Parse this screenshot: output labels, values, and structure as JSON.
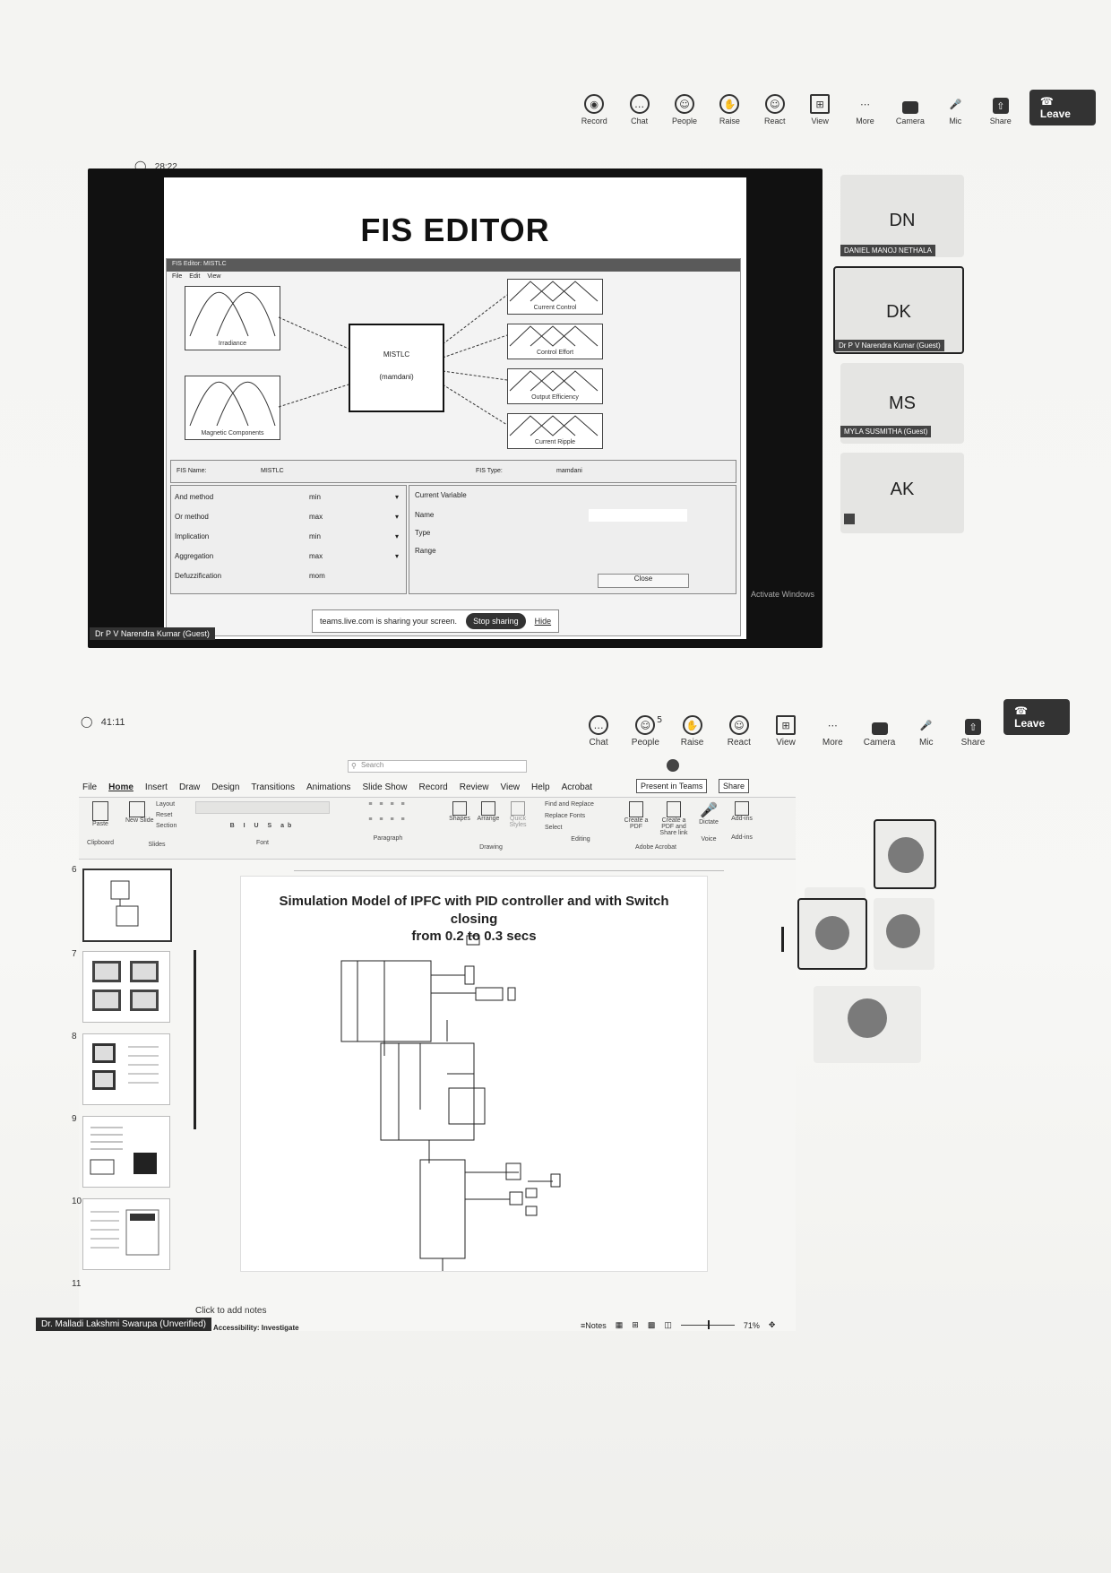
{
  "top_meeting": {
    "timer": "28:22",
    "toolbar": [
      {
        "icon": "record-icon",
        "label": "Record"
      },
      {
        "icon": "chat-icon",
        "label": "Chat"
      },
      {
        "icon": "people-icon",
        "label": "People"
      },
      {
        "icon": "raise-hand-icon",
        "label": "Raise"
      },
      {
        "icon": "react-icon",
        "label": "React"
      },
      {
        "icon": "view-icon",
        "label": "View"
      },
      {
        "icon": "more-icon",
        "label": "More"
      },
      {
        "icon": "camera-off-icon",
        "label": "Camera"
      },
      {
        "icon": "mic-off-icon",
        "label": "Mic"
      },
      {
        "icon": "share-icon",
        "label": "Share"
      }
    ],
    "leave_label": "Leave",
    "slide_title": "FIS EDITOR",
    "fis": {
      "window_title": "FIS Editor: MISTLC",
      "menu": [
        "File",
        "Edit",
        "View"
      ],
      "inputs": [
        "Irradiance",
        "Magnetic Components"
      ],
      "center_top": "MISTLC",
      "center_bottom": "(mamdani)",
      "outputs": [
        "Current Control",
        "Control Effort",
        "Output Efficiency",
        "Current Ripple"
      ],
      "fis_name_label": "FIS Name:",
      "fis_name_value": "MISTLC",
      "fis_type_label": "FIS Type:",
      "fis_type_value": "mamdani",
      "methods": [
        {
          "label": "And method",
          "value": "min"
        },
        {
          "label": "Or method",
          "value": "max"
        },
        {
          "label": "Implication",
          "value": "min"
        },
        {
          "label": "Aggregation",
          "value": "max"
        },
        {
          "label": "Defuzzification",
          "value": "mom"
        }
      ],
      "current_variable_label": "Current Variable",
      "cv_fields": [
        "Name",
        "Type",
        "Range"
      ],
      "close_label": "Close"
    },
    "share_notice": "teams.live.com is sharing your screen.",
    "stop_sharing": "Stop sharing",
    "hide": "Hide",
    "activate_text": "Activate Windows",
    "presenter_tag": "Dr P V Narendra Kumar (Guest)",
    "participants": [
      {
        "initials": "DN",
        "name": "DANIEL MANOJ NETHALA"
      },
      {
        "initials": "DK",
        "name": "Dr P V Narendra Kumar (Guest)"
      },
      {
        "initials": "MS",
        "name": "MYLA SUSMITHA (Guest)"
      },
      {
        "initials": "AK",
        "name": ""
      }
    ]
  },
  "bottom_meeting": {
    "timer": "41:11",
    "toolbar": [
      {
        "icon": "chat-icon",
        "label": "Chat"
      },
      {
        "icon": "people-icon",
        "label": "People"
      },
      {
        "icon": "raise-hand-icon",
        "label": "Raise"
      },
      {
        "icon": "react-icon",
        "label": "React"
      },
      {
        "icon": "view-icon",
        "label": "View"
      },
      {
        "icon": "more-icon",
        "label": "More"
      },
      {
        "icon": "camera-off-icon",
        "label": "Camera"
      },
      {
        "icon": "mic-icon",
        "label": "Mic"
      },
      {
        "icon": "share-icon",
        "label": "Share"
      }
    ],
    "people_count": "5",
    "leave_label": "Leave",
    "search_placeholder": "Search",
    "ribbon_tabs": [
      "File",
      "Home",
      "Insert",
      "Draw",
      "Design",
      "Transitions",
      "Animations",
      "Slide Show",
      "Record",
      "Review",
      "View",
      "Help",
      "Acrobat"
    ],
    "present_in_teams": "Present in Teams",
    "share_label": "Share",
    "ribbon_groups": [
      {
        "name": "Clipboard",
        "items": [
          "Paste"
        ]
      },
      {
        "name": "Slides",
        "items": [
          "New Slide",
          "Layout",
          "Reset",
          "Section"
        ]
      },
      {
        "name": "Font",
        "items": []
      },
      {
        "name": "Paragraph",
        "items": []
      },
      {
        "name": "Drawing",
        "items": [
          "Shapes",
          "Arrange",
          "Quick Styles"
        ]
      },
      {
        "name": "Editing",
        "items": [
          "Find and Replace",
          "Replace Fonts",
          "Select"
        ]
      },
      {
        "name": "Adobe Acrobat",
        "items": [
          "Create a PDF",
          "Create a PDF and Share link"
        ]
      },
      {
        "name": "Voice",
        "items": [
          "Dictate"
        ]
      },
      {
        "name": "Add-ins",
        "items": [
          "Add-ins"
        ]
      }
    ],
    "thumbnails": [
      "6",
      "7",
      "8",
      "9",
      "10",
      "11"
    ],
    "slide_title_line1": "Simulation Model of IPFC with PID controller and with Switch closing",
    "slide_title_line2": "from 0.2 to 0.3 secs",
    "notes_placeholder": "Click to add notes",
    "status_left": "Accessibility: Investigate",
    "notes_button": "Notes",
    "zoom": "71%",
    "presenter_tag": "Dr. Malladi Lakshmi Swarupa (Unverified)"
  }
}
